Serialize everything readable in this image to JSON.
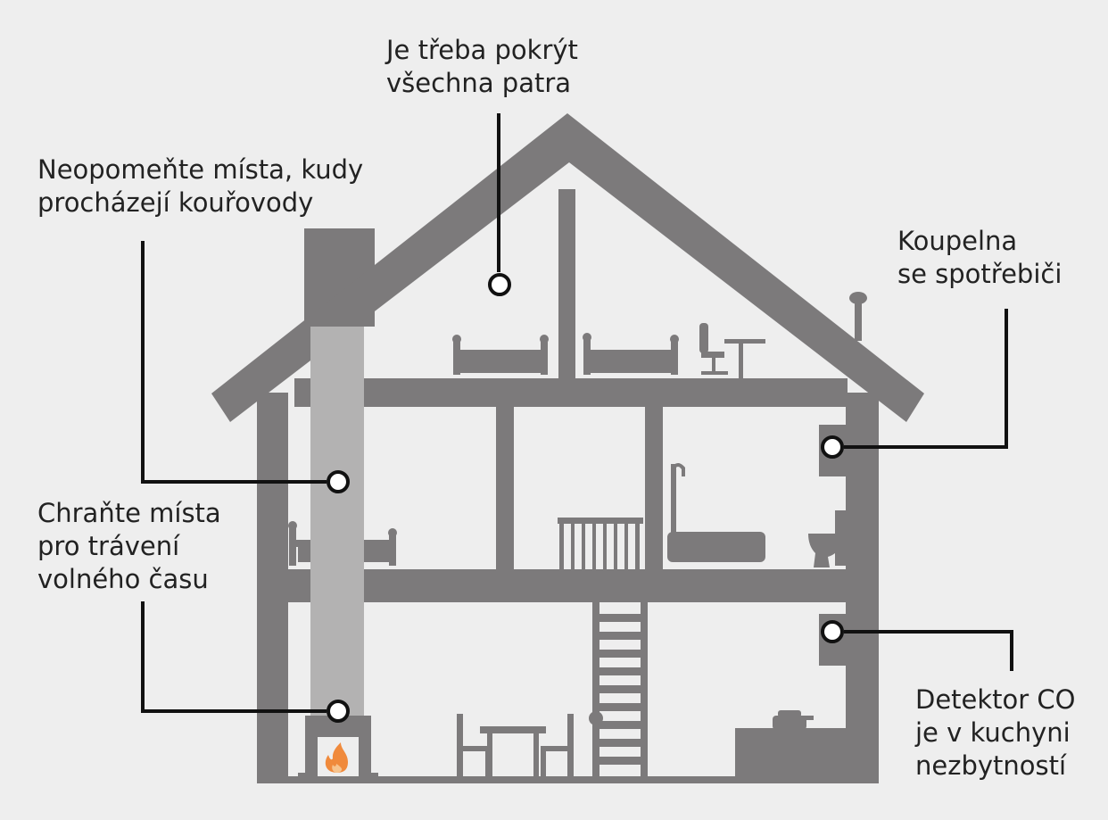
{
  "colors": {
    "background": "#eeeeee",
    "house": "#7c7a7b",
    "chimney_flue": "#b3b2b2",
    "text": "#222222",
    "leader": "#111111",
    "marker_fill": "#ffffff",
    "flame": "#f08a3c"
  },
  "callouts": {
    "floors": [
      "Je třeba pokrýt",
      "všechna patra"
    ],
    "flues": [
      "Neopomeňte místa, kudy",
      "procházejí kouřovody"
    ],
    "bathroom": [
      "Koupelna",
      "se spotřebiči"
    ],
    "leisure": [
      "Chraňte místa",
      "pro trávení",
      "volného času"
    ],
    "kitchen": [
      "Detektor CO",
      "je v kuchyni",
      "nezbytností"
    ]
  },
  "icons": {
    "fire": "flame-icon",
    "bed": "bed-icon",
    "desk_chair": "office-chair-icon",
    "bathtub": "bathtub-icon",
    "toilet": "toilet-icon",
    "stairs": "ladder-icon",
    "dining": "dining-table-icon",
    "stove": "stove-icon",
    "detector": "detector-icon"
  }
}
